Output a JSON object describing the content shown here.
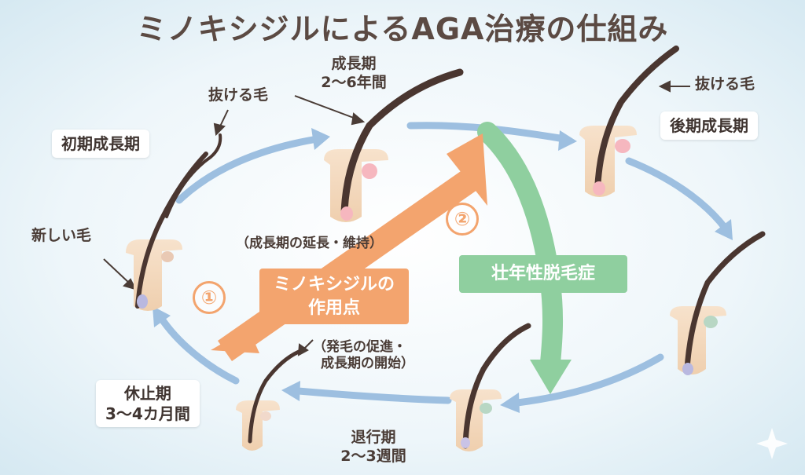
{
  "title": "ミノキシジルによるAGA治療の仕組み",
  "stages": {
    "early_growth": "初期成長期",
    "growth_name": "成長期",
    "growth_duration": "2〜6年間",
    "late_growth": "後期成長期",
    "rest_name": "休止期",
    "rest_duration": "3〜4カ月間",
    "regression_name": "退行期",
    "regression_duration": "2〜3週間"
  },
  "labels": {
    "shedding_hair_left": "抜ける毛",
    "shedding_hair_right": "抜ける毛",
    "new_hair": "新しい毛",
    "growth_extension": "（成長期の延長・維持）",
    "hair_promotion_line1": "（発毛の促進・",
    "hair_promotion_line2": "成長期の開始）"
  },
  "action_point": {
    "line1": "ミノキシジルの",
    "line2": "作用点",
    "marker1": "①",
    "marker2": "②"
  },
  "aga": {
    "label": "壮年性脱毛症"
  },
  "colors": {
    "cycle_arrow": "#9dbfe0",
    "action_arrow": "#f3a46e",
    "aga_arrow": "#8fcf9f",
    "hair": "#4a3630",
    "skin": "#f3d6b8"
  }
}
